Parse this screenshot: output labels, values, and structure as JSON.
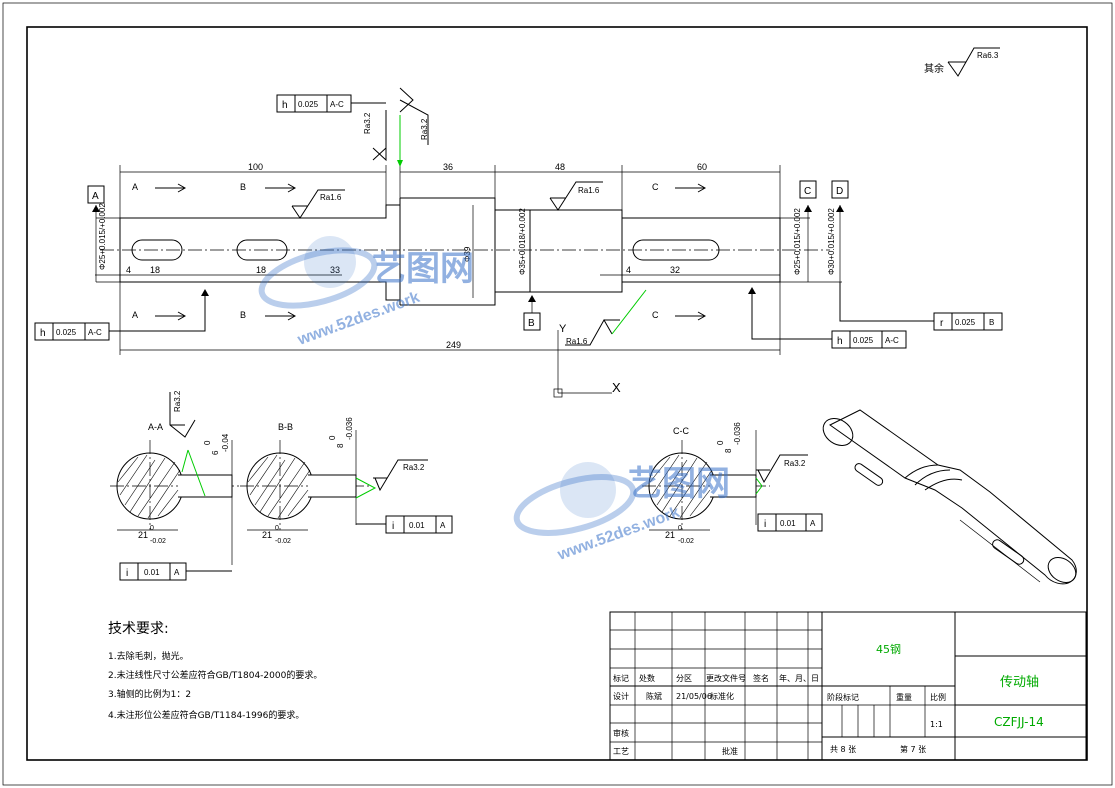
{
  "drawing": {
    "surface_note": {
      "prefix": "其余",
      "value": "Ra6.3"
    },
    "main_view": {
      "dims_top": [
        "100",
        "36",
        "48",
        "60"
      ],
      "dim_overall": "249",
      "dim_keyway1": "18",
      "dim_keyway2": "18",
      "dim_keyway3": "32",
      "dim_offset1": "4",
      "dim_offset2": "4",
      "dim_33": "33",
      "dia_left": "Φ25+0.015/+0.002",
      "dia_mid": "Φ35+0.018/+0.002",
      "dia_collar": "Φ39",
      "dia_right": "Φ25+0.015/+0.002",
      "dia_end": "Φ30+0.015/+0.002",
      "rough_16a": "Ra1.6",
      "rough_16b": "Ra1.6",
      "rough_16c": "Ra1.6",
      "rough_32a": "Ra3.2",
      "rough_32b": "Ra3.2",
      "datums": [
        "A",
        "B",
        "C",
        "D"
      ],
      "section_marks": [
        "A",
        "B",
        "C",
        "A",
        "B",
        "C"
      ],
      "fcf_top": {
        "sym": "h",
        "tol": "0.025",
        "ref": "A-C"
      },
      "fcf_left": {
        "sym": "h",
        "tol": "0.025",
        "ref": "A-C"
      },
      "fcf_right1": {
        "sym": "h",
        "tol": "0.025",
        "ref": "A-C"
      },
      "fcf_right2": {
        "sym": "r",
        "tol": "0.025",
        "ref": "B"
      }
    },
    "sections": [
      {
        "label": "A-A",
        "dim_bottom": "21",
        "tol_bottom": "-0.02",
        "tol_bottom0": "0",
        "tol_side": "6",
        "tol_side0": "0",
        "tol_side_l": "-0.04",
        "rough": "Ra3.2",
        "fcf": {
          "sym": "i",
          "tol": "0.01",
          "ref": "A"
        }
      },
      {
        "label": "B-B",
        "dim_bottom": "21",
        "tol_bottom": "-0.02",
        "tol_bottom0": "0",
        "tol_side": "8",
        "tol_side0": "0",
        "tol_side_l": "-0.036",
        "rough": "Ra3.2",
        "fcf": {
          "sym": "i",
          "tol": "0.01",
          "ref": "A"
        }
      },
      {
        "label": "C-C",
        "dim_bottom": "21",
        "tol_bottom": "-0.02",
        "tol_bottom0": "0",
        "tol_side": "8",
        "tol_side0": "0",
        "tol_side_l": "-0.036",
        "rough": "Ra3.2",
        "fcf": {
          "sym": "i",
          "tol": "0.01",
          "ref": "A"
        }
      }
    ],
    "ucs": {
      "x": "X",
      "y": "Y"
    }
  },
  "tech": {
    "title": "技术要求:",
    "items": [
      "1.去除毛刺，抛光。",
      "2.未注线性尺寸公差应符合GB/T1804-2000的要求。",
      "3.轴侧的比例为1：2",
      "4.未注形位公差应符合GB/T1184-1996的要求。"
    ]
  },
  "title_block": {
    "material": "45钢",
    "part_name": "传动轴",
    "drawing_no": "CZFJJ-14",
    "row_labels": [
      "标记",
      "处数",
      "分区",
      "更改文件号",
      "签名",
      "年、月、日"
    ],
    "design_label": "设计",
    "designer": "陈斌",
    "date": "21/05/06",
    "std_label": "标准化",
    "review_label": "审核",
    "process_label": "工艺",
    "approve_label": "批准",
    "stage_label": "阶段标记",
    "weight_label": "重量",
    "scale_label": "比例",
    "scale": "1:1",
    "sheets": "共 8 张",
    "sheet": "第 7 张"
  },
  "watermark": {
    "cn": "艺图网",
    "url": "www.52des.work"
  }
}
